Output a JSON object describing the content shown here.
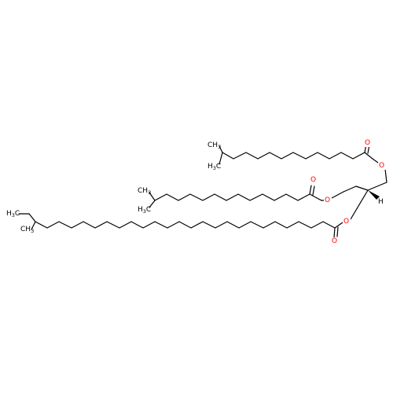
{
  "molecule": {
    "atom_labels": {
      "o_ester1": "O",
      "o_carbonyl1": "O",
      "o_ester2": "O",
      "o_carbonyl2": "O",
      "o_ester3": "O",
      "o_carbonyl3": "O",
      "h_stereo": "H",
      "ch3_top_a": "CH",
      "ch3_top_a_sub": "3",
      "ch3_top_b": "H",
      "ch3_top_b_sub": "3",
      "ch3_top_b_c": "C",
      "ch3_mid_a": "CH",
      "ch3_mid_a_sub": "3",
      "ch3_mid_b": "H",
      "ch3_mid_b_sub": "3",
      "ch3_mid_b_c": "C",
      "ch3_low_a": "H",
      "ch3_low_a_sub": "3",
      "ch3_low_a_c": "C",
      "ch3_low_b": "CH",
      "ch3_low_b_sub": "3"
    },
    "colors": {
      "carbon": "#000000",
      "oxygen": "#ff0000",
      "background": "#ffffff"
    }
  }
}
